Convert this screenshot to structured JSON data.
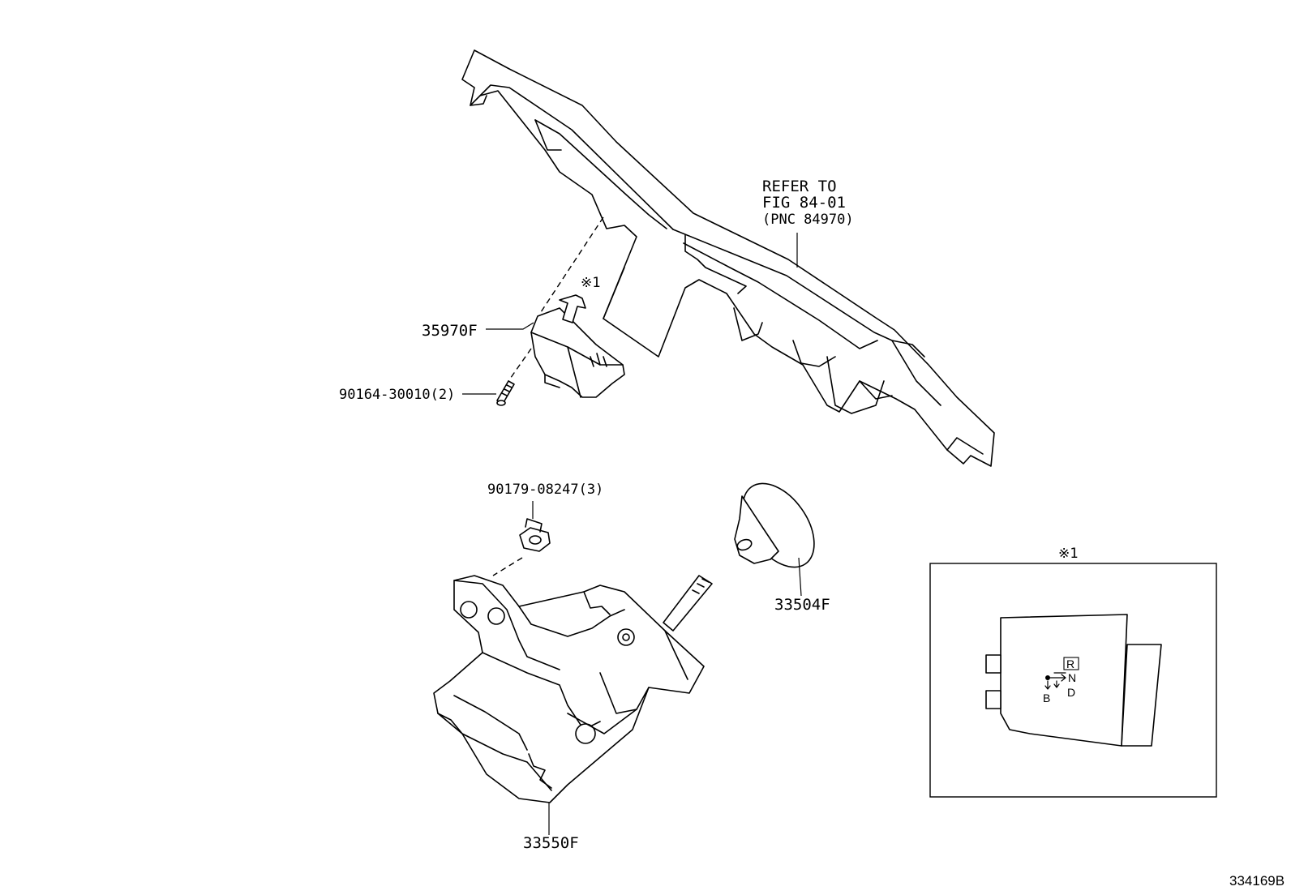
{
  "diagram": {
    "refer_note": {
      "line1": "REFER TO",
      "line2": "FIG 84-01",
      "line3": "(PNC 84970)"
    },
    "parts": {
      "switch_assy": "35970F",
      "screw": "90164-30010(2)",
      "nut": "90179-08247(3)",
      "knob": "33504F",
      "shift_lever": "33550F"
    },
    "view_marker": "※1",
    "detail_view": {
      "title": "※1",
      "indicator": {
        "r": "R",
        "n": "N",
        "d": "D",
        "b": "B"
      }
    },
    "illustration_code": "334169B"
  }
}
